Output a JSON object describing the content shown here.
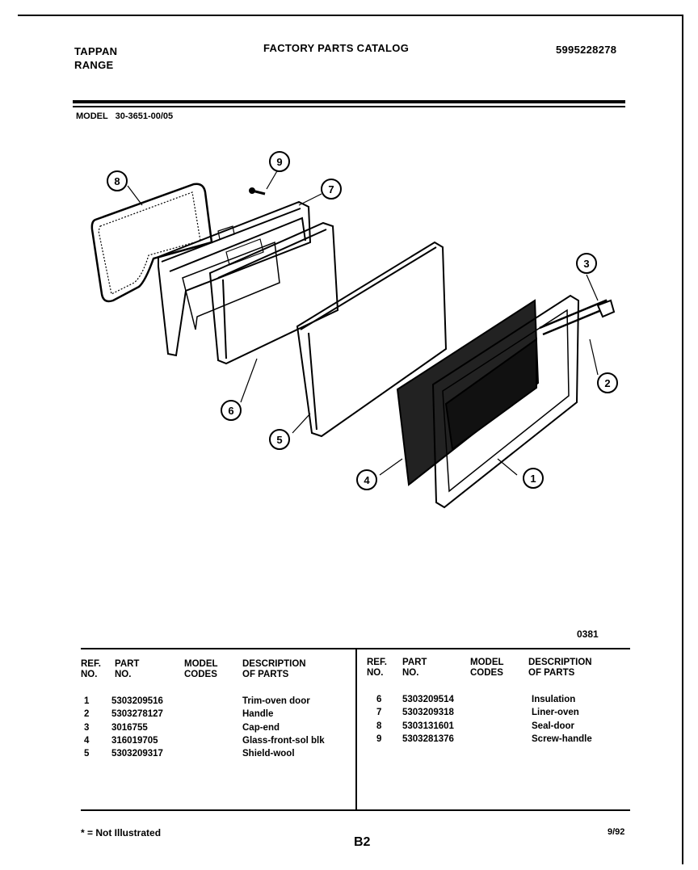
{
  "header": {
    "brand_line1": "TAPPAN",
    "brand_line2": "RANGE",
    "catalog_title": "FACTORY PARTS CATALOG",
    "catalog_number": "5995228278"
  },
  "model": {
    "label": "MODEL",
    "value": "30-3651-00/05"
  },
  "diagram": {
    "code": "0381",
    "callouts": [
      "1",
      "2",
      "3",
      "4",
      "5",
      "6",
      "7",
      "8",
      "9"
    ]
  },
  "table": {
    "headers": {
      "ref": "REF.\nNO.",
      "part": "PART\nNO.",
      "model_codes": "MODEL\nCODES",
      "description": "DESCRIPTION\nOF PARTS"
    },
    "left_rows": [
      {
        "ref": "1",
        "part": "5303209516",
        "desc": "Trim-oven door"
      },
      {
        "ref": "2",
        "part": "5303278127",
        "desc": "Handle"
      },
      {
        "ref": "3",
        "part": "3016755",
        "desc": "Cap-end"
      },
      {
        "ref": "4",
        "part": "316019705",
        "desc": "Glass-front-sol blk"
      },
      {
        "ref": "5",
        "part": "5303209317",
        "desc": "Shield-wool"
      }
    ],
    "right_rows": [
      {
        "ref": "6",
        "part": "5303209514",
        "desc": "Insulation"
      },
      {
        "ref": "7",
        "part": "5303209318",
        "desc": "Liner-oven"
      },
      {
        "ref": "8",
        "part": "5303131601",
        "desc": "Seal-door"
      },
      {
        "ref": "9",
        "part": "5303281376",
        "desc": "Screw-handle"
      }
    ]
  },
  "footer": {
    "note": "* = Not Illustrated",
    "page": "B2",
    "date": "9/92"
  }
}
